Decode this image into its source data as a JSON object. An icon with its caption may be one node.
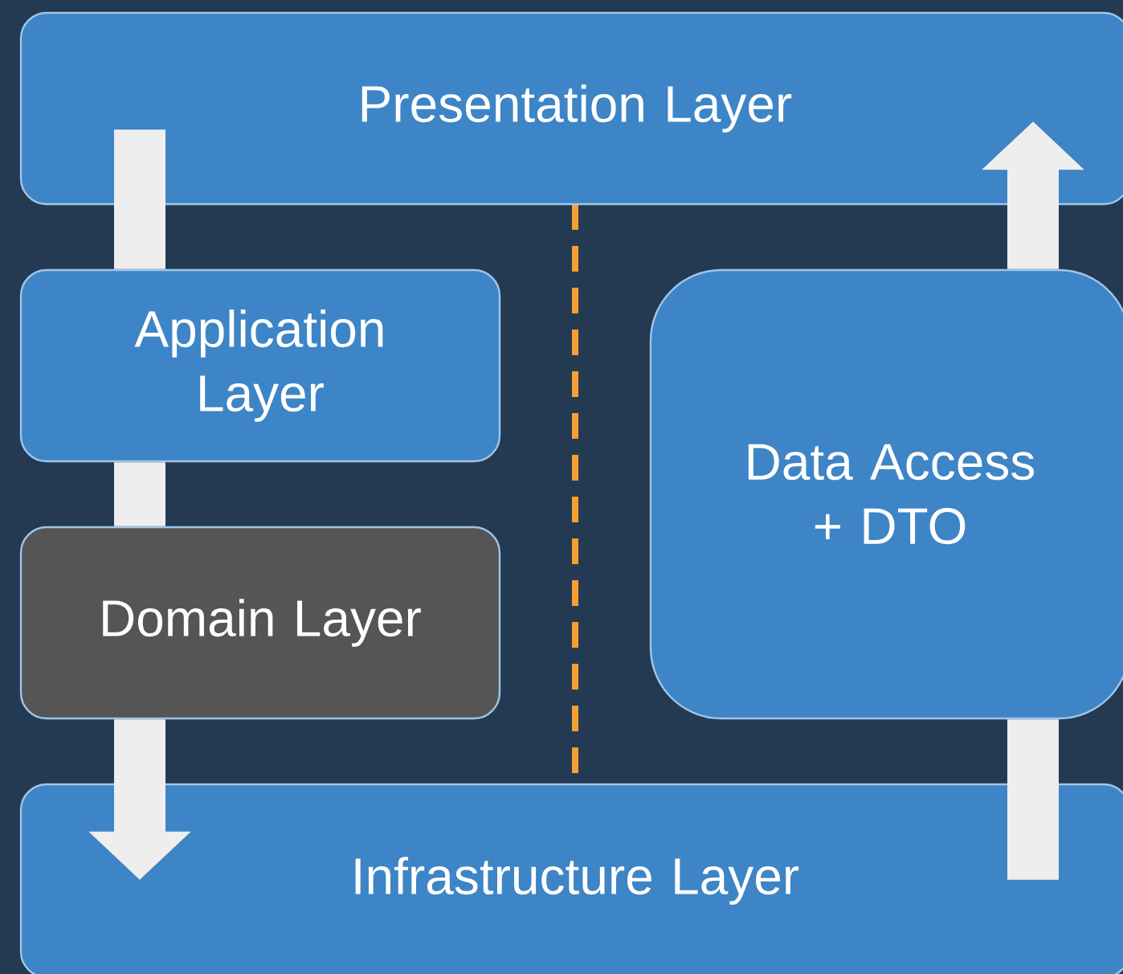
{
  "diagram": {
    "nodes": [
      {
        "text": [
          "Presentation Layer"
        ]
      },
      {
        "text": [
          "Application Layer"
        ]
      },
      {
        "text": [
          "Domain Layer"
        ]
      },
      {
        "text": [
          "Data Access + DTO"
        ]
      },
      {
        "text": [
          "Infrastructure Layer"
        ]
      }
    ],
    "edges": [
      {
        "from": 0,
        "to": 1,
        "arrow": "none"
      },
      {
        "from": 1,
        "to": 2,
        "arrow": "none"
      },
      {
        "from": 2,
        "to": 4,
        "arrow": "to"
      },
      {
        "from": 4,
        "to": 3,
        "arrow": "none"
      },
      {
        "from": 3,
        "to": 0,
        "arrow": "to"
      }
    ]
  }
}
